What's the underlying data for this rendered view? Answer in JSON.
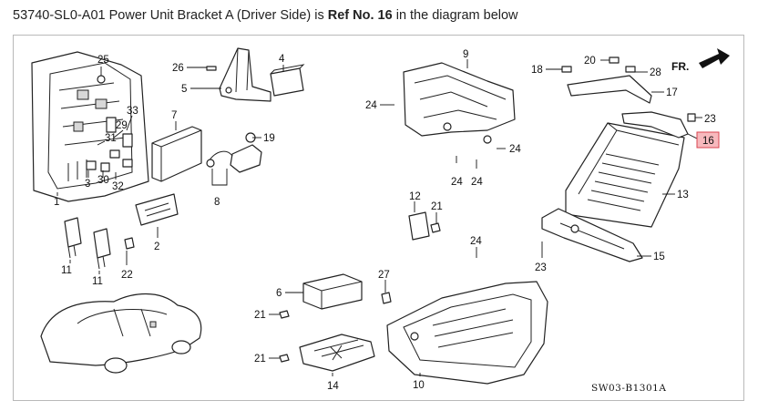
{
  "caption": {
    "part_number": "53740-SL0-A01",
    "description": "Power Unit Bracket A (Driver Side)",
    "is_text": "is",
    "ref_prefix": "Ref No. 16",
    "suffix": "in the diagram below"
  },
  "diagram": {
    "direction_label": "FR.",
    "drawing_code": "SW03-B1301A",
    "highlighted_ref": "16",
    "callouts": [
      "1",
      "2",
      "3",
      "4",
      "5",
      "6",
      "7",
      "8",
      "9",
      "10",
      "11",
      "11",
      "12",
      "13",
      "14",
      "15",
      "16",
      "17",
      "18",
      "19",
      "20",
      "21",
      "21",
      "21",
      "22",
      "23",
      "23",
      "24",
      "24",
      "24",
      "24",
      "24",
      "25",
      "26",
      "27",
      "28",
      "29",
      "30",
      "31",
      "32",
      "33"
    ]
  },
  "colors": {
    "highlight_fill": "#f7b9bd",
    "highlight_stroke": "#d9444f",
    "frame_border": "#b9b9b9"
  }
}
